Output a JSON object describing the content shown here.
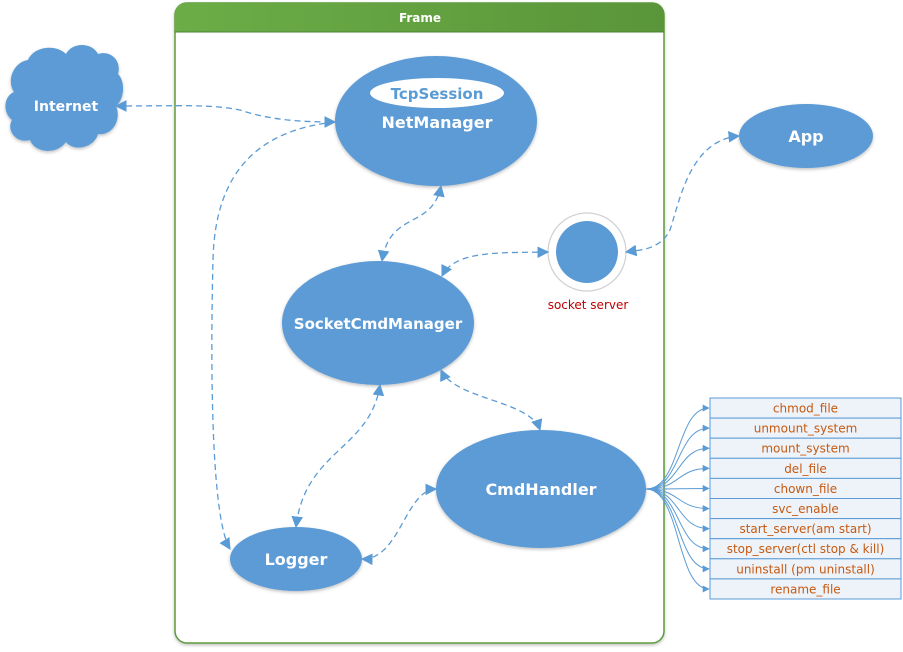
{
  "frame": {
    "title": "Frame",
    "border_color": "#5e9a3c",
    "header_color": "#67a544"
  },
  "nodes": {
    "internet": {
      "label": "Internet",
      "shape": "cloud"
    },
    "net_manager": {
      "label": "NetManager",
      "inner_label": "TcpSession"
    },
    "app": {
      "label": "App"
    },
    "socket_server": {
      "label": "socket server"
    },
    "socket_cmd_manager": {
      "label": "SocketCmdManager"
    },
    "cmd_handler": {
      "label": "CmdHandler"
    },
    "logger": {
      "label": "Logger"
    }
  },
  "commands": [
    "chmod_file",
    "unmount_system",
    "mount_system",
    "del_file",
    "chown_file",
    "svc_enable",
    "start_server(am start)",
    "stop_server(ctl stop & kill)",
    "uninstall (pm uninstall)",
    "rename_file"
  ],
  "connections": [
    {
      "from": "internet",
      "to": "net_manager",
      "style": "dashed-bidirectional"
    },
    {
      "from": "net_manager",
      "to": "socket_cmd_manager",
      "style": "dashed-bidirectional"
    },
    {
      "from": "net_manager",
      "to": "logger",
      "style": "dashed"
    },
    {
      "from": "socket_server",
      "to": "socket_cmd_manager",
      "style": "dashed"
    },
    {
      "from": "app",
      "to": "socket_server",
      "style": "dashed-bidirectional"
    },
    {
      "from": "socket_cmd_manager",
      "to": "cmd_handler",
      "style": "dashed-bidirectional"
    },
    {
      "from": "socket_cmd_manager",
      "to": "logger",
      "style": "dashed-bidirectional"
    },
    {
      "from": "cmd_handler",
      "to": "logger",
      "style": "dashed-bidirectional"
    },
    {
      "from": "cmd_handler",
      "to": "commands",
      "style": "fan-out"
    }
  ],
  "colors": {
    "node_fill": "#5b9bd5",
    "command_text": "#c55a11",
    "socket_label": "#c00000",
    "command_box_bg": "#eef3fa",
    "command_box_border": "#5b9bd5"
  }
}
